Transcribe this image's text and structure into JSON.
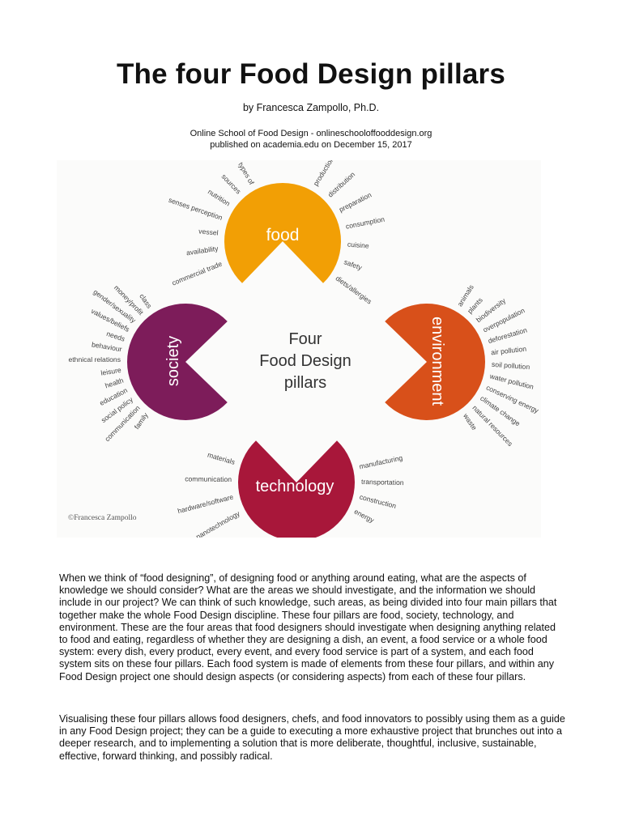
{
  "title": "The four Food Design pillars",
  "byline": "by Francesca Zampollo, Ph.D.",
  "source_line1": "Online School of Food Design - onlineschooloffooddesign.org",
  "source_line2": "published on academia.edu on December 15, 2017",
  "diagram": {
    "center_lines": [
      "Four",
      "Food Design",
      "pillars"
    ],
    "copyright": "©Francesca Zampollo",
    "colors": {
      "food": "#f29f05",
      "society": "#7d1c5a",
      "environment": "#d8501a",
      "technology": "#a8173a"
    },
    "pillars": {
      "food": {
        "label": "food",
        "left_terms": [
          "types of",
          "sources",
          "nutrition",
          "senses perception",
          "vessel",
          "availability",
          "commercial trade"
        ],
        "right_terms": [
          "production",
          "distribution",
          "preparation",
          "consumption",
          "cuisine",
          "safety",
          "diets/allergies"
        ]
      },
      "society": {
        "label": "society",
        "terms": [
          "class",
          "money/profit",
          "gender/sexuality",
          "values/beliefs",
          "needs",
          "behaviour",
          "ethnical relations",
          "leisure",
          "health",
          "education",
          "social policy",
          "communication",
          "family"
        ]
      },
      "environment": {
        "label": "environment",
        "terms": [
          "animals",
          "plants",
          "biodiversity",
          "overpopulation",
          "deforestation",
          "air pollution",
          "soil pollution",
          "water pollution",
          "conserving energy",
          "climate change",
          "natural resources",
          "waste"
        ]
      },
      "technology": {
        "label": "technology",
        "left_terms": [
          "materials",
          "communication",
          "hardware/software",
          "nanotechnology"
        ],
        "right_terms": [
          "manufacturing",
          "transportation",
          "construction",
          "energy"
        ]
      }
    }
  },
  "paragraphs": [
    "When we think of “food designing”, of designing food or anything around eating, what are the aspects of knowledge we should consider? What are the areas we should investigate, and the information we should include in our project? We can think of such knowledge, such areas, as being divided into four main pillars that together make the whole Food Design discipline. These four pillars are food, society, technology, and environment. These are the four areas that food designers should investigate when designing anything related to food and eating, regardless of whether they are designing a dish, an event, a food service or a whole food system: every dish, every product, every event, and every food service is part of a system, and each food system sits on these four pillars. Each food system is made of elements from these four pillars, and within any Food Design project one should design aspects (or considering aspects) from each of these four pillars.",
    "Visualising these four pillars allows food designers, chefs, and food innovators to possibly using them as a guide in any Food Design project; they can be a guide to executing a more exhaustive project that brunches out into a deeper research, and to implementing a solution that is more deliberate, thoughtful, inclusive, sustainable, effective, forward thinking, and possibly radical."
  ]
}
